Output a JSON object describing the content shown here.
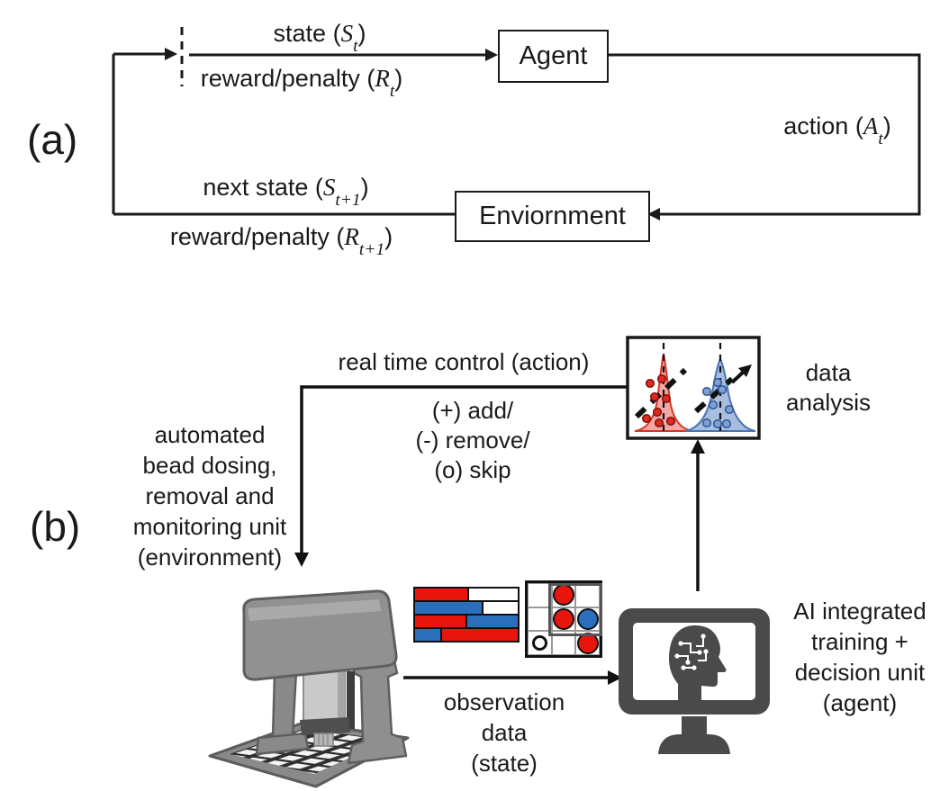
{
  "part_a": {
    "label": "(a)",
    "agent_box_label": "Agent",
    "environment_box_label": "Enviornment",
    "state_label": {
      "pre": "state (",
      "sym": "S",
      "sub": "t",
      "post": ")"
    },
    "reward_label": {
      "pre": "reward/penalty (",
      "sym": "R",
      "sub": "t",
      "post": ")"
    },
    "action_label": {
      "pre": "action (",
      "sym": "A",
      "sub": "t",
      "post": ")"
    },
    "next_state_label": {
      "pre": "next state (",
      "sym": "S",
      "sub": "t+1",
      "post": ")"
    },
    "next_reward_label": {
      "pre": "reward/penalty (",
      "sym": "R",
      "sub": "t+1",
      "post": ")"
    }
  },
  "part_b": {
    "label": "(b)",
    "control_label": "real time control (action)",
    "action_options": [
      "(+) add/",
      "(-) remove/",
      "(o) skip"
    ],
    "environment_caption": [
      "automated",
      "bead dosing,",
      "removal and",
      "monitoring unit",
      "(environment)"
    ],
    "observation_caption": [
      "observation",
      "data",
      "(state)"
    ],
    "analysis_caption": [
      "data",
      "analysis"
    ],
    "agent_caption": [
      "AI integrated",
      "training +",
      "decision unit",
      "(agent)"
    ],
    "colors": {
      "red": "#e8150f",
      "blue": "#2a6ebc",
      "white": "#ffffff",
      "dark_gray": "#4a4a4a"
    },
    "bead_bars": {
      "rows": [
        [
          {
            "color": "red",
            "pct": 52
          },
          {
            "color": "white",
            "pct": 48
          }
        ],
        [
          {
            "color": "blue",
            "pct": 65
          },
          {
            "color": "white",
            "pct": 35
          }
        ],
        [
          {
            "color": "red",
            "pct": 50
          },
          {
            "color": "blue",
            "pct": 50
          }
        ],
        [
          {
            "color": "blue",
            "pct": 27
          },
          {
            "color": "red",
            "pct": 73
          }
        ]
      ]
    },
    "well_grid": {
      "cells": [
        [
          "",
          "red",
          ""
        ],
        [
          "",
          "red",
          "blue"
        ],
        [
          "open",
          "",
          "red"
        ]
      ]
    }
  }
}
